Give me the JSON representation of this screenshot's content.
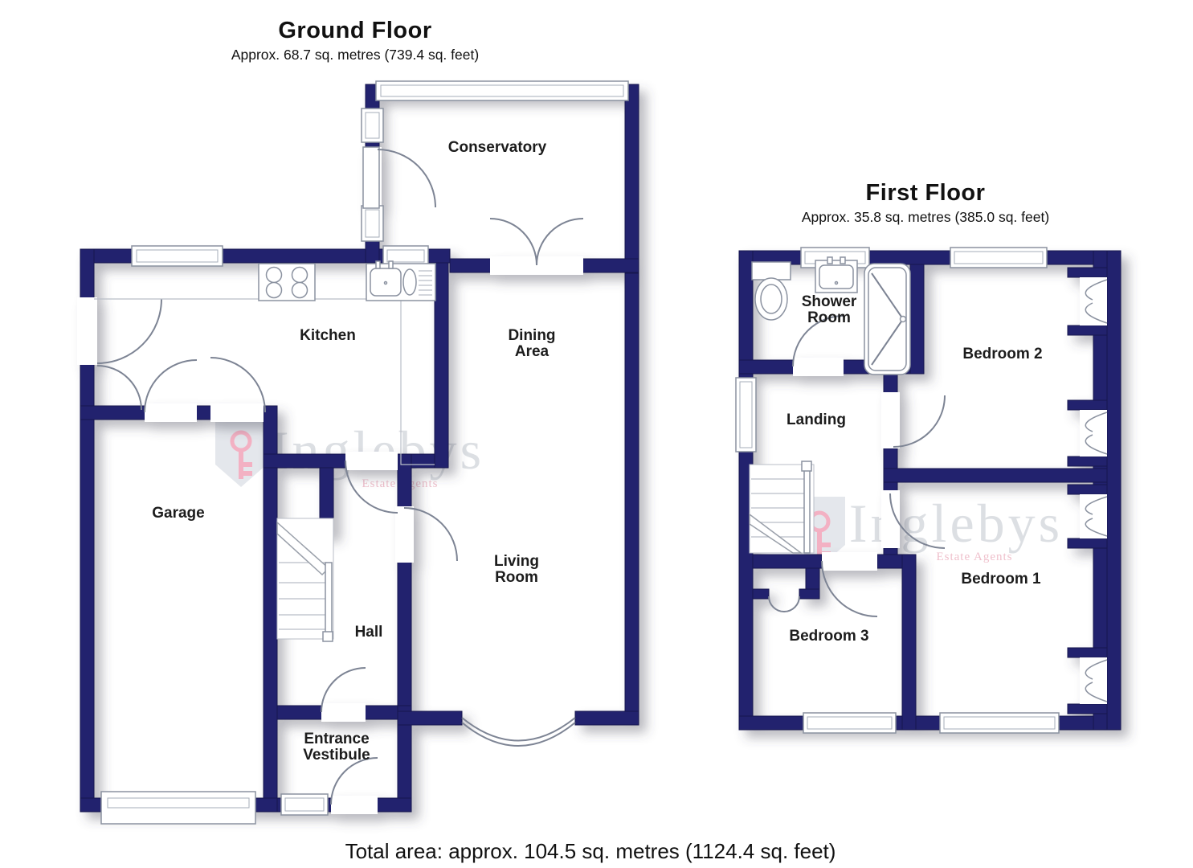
{
  "ground_floor": {
    "title": "Ground Floor",
    "subtitle": "Approx. 68.7 sq. metres (739.4 sq. feet)",
    "rooms": {
      "conservatory": "Conservatory",
      "kitchen": "Kitchen",
      "dining1": "Dining",
      "dining2": "Area",
      "living1": "Living",
      "living2": "Room",
      "garage": "Garage",
      "hall": "Hall",
      "vestibule1": "Entrance",
      "vestibule2": "Vestibule"
    }
  },
  "first_floor": {
    "title": "First Floor",
    "subtitle": "Approx. 35.8 sq. metres (385.0 sq. feet)",
    "rooms": {
      "shower1": "Shower",
      "shower2": "Room",
      "bedroom2": "Bedroom 2",
      "landing": "Landing",
      "bedroom1": "Bedroom 1",
      "bedroom3": "Bedroom 3"
    }
  },
  "watermark": {
    "brand": "Inglebys",
    "tagline": "Estate Agents"
  },
  "footer": {
    "total_area": "Total area: approx. 104.5 sq. metres (1124.4 sq. feet)"
  },
  "colors": {
    "wall": "#23236e",
    "wall_outline": "#12124d",
    "watermark_text": "#d9dce1",
    "watermark_accent": "#eeb9c6",
    "key_pink": "#f2a9bd",
    "label": "#1c1c1c"
  }
}
